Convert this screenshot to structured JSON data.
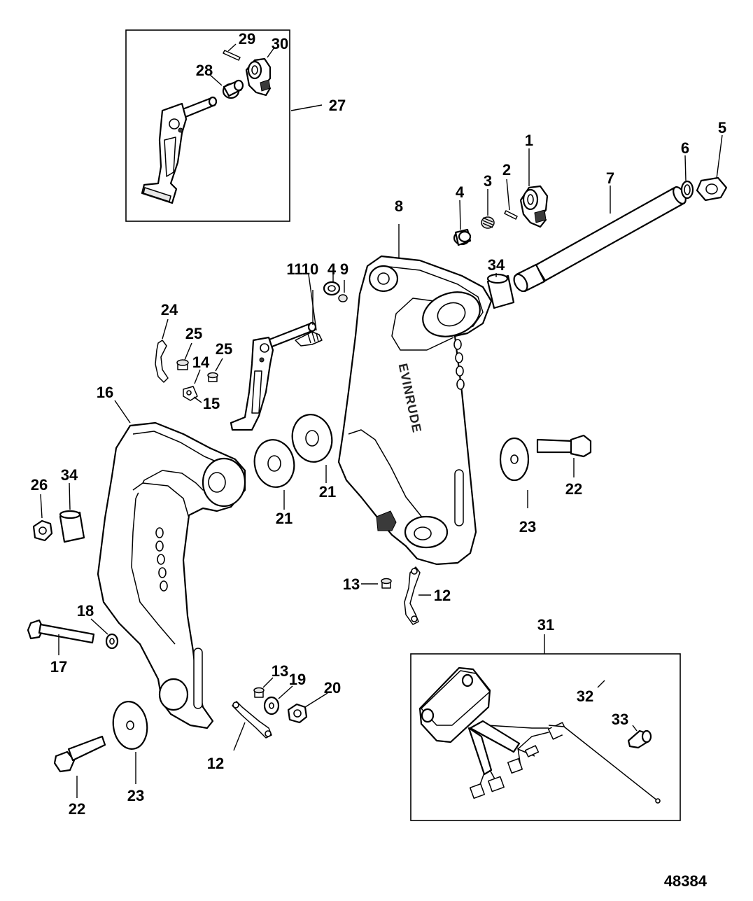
{
  "figure_number": "48384",
  "bracket_lettering": "EVINRUDE",
  "inset_pedal": {
    "callouts": [
      "27",
      "28",
      "29",
      "30"
    ]
  },
  "inset_harness": {
    "callouts": [
      "31",
      "32",
      "33"
    ]
  },
  "callouts": {
    "c1": "1",
    "c2": "2",
    "c3": "3",
    "c4a": "4",
    "c4b": "4",
    "c5": "5",
    "c6": "6",
    "c7": "7",
    "c8": "8",
    "c9": "9",
    "c10": "10",
    "c11": "11",
    "c12a": "12",
    "c12b": "12",
    "c13a": "13",
    "c13b": "13",
    "c14": "14",
    "c15": "15",
    "c16": "16",
    "c17": "17",
    "c18": "18",
    "c19": "19",
    "c20": "20",
    "c21a": "21",
    "c21b": "21",
    "c22a": "22",
    "c22b": "22",
    "c23a": "23",
    "c23b": "23",
    "c24": "24",
    "c25a": "25",
    "c25b": "25",
    "c26": "26",
    "c27": "27",
    "c28": "28",
    "c29": "29",
    "c30": "30",
    "c31": "31",
    "c32": "32",
    "c33": "33",
    "c34a": "34",
    "c34b": "34"
  }
}
